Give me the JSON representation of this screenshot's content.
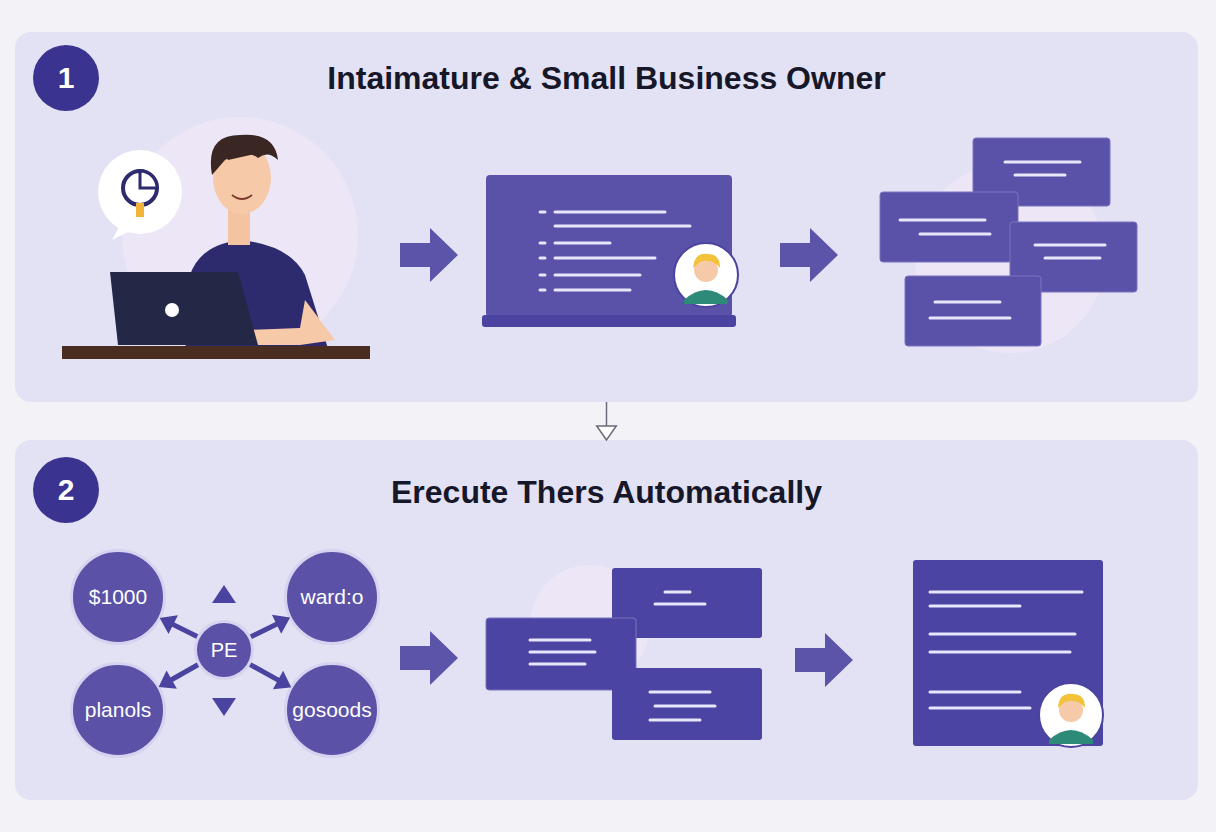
{
  "diagram": {
    "nodes": [
      {
        "text": [
          "Intaimature & Small Business Owner"
        ]
      },
      {
        "text": [
          "1"
        ],
        "in": 0
      },
      {
        "text": [
          "Erecute Thers Automatically"
        ]
      },
      {
        "text": [
          "2"
        ],
        "in": 2
      },
      {
        "text": [
          "$1000"
        ],
        "in": 2
      },
      {
        "text": [
          "ward:o"
        ],
        "in": 2
      },
      {
        "text": [
          "PE"
        ],
        "in": 2
      },
      {
        "text": [
          "planols"
        ],
        "in": 2
      },
      {
        "text": [
          "gosoods"
        ],
        "in": 2
      }
    ],
    "edges": [
      {
        "from": 0,
        "to": 2,
        "arrow": "to"
      },
      {
        "from": 6,
        "to": 4,
        "arrow": "to"
      },
      {
        "from": 6,
        "to": 5,
        "arrow": "to"
      },
      {
        "from": 6,
        "to": 7,
        "arrow": "to"
      },
      {
        "from": 6,
        "to": 8,
        "arrow": "to"
      }
    ]
  }
}
